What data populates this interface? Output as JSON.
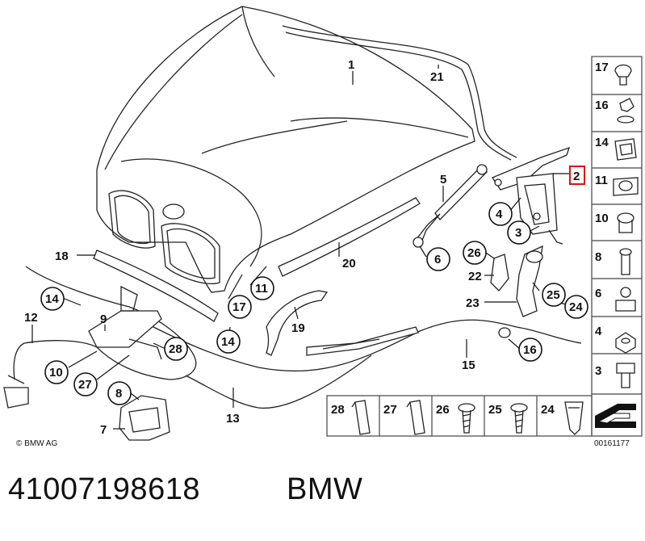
{
  "diagram": {
    "copyright": "© BMW AG",
    "drawing_id": "00161177",
    "highlighted_item": "2",
    "callouts": [
      "1",
      "21",
      "5",
      "4",
      "3",
      "2",
      "6",
      "26",
      "22",
      "23",
      "25",
      "24",
      "20",
      "11",
      "17",
      "18",
      "14",
      "12",
      "9",
      "10",
      "27",
      "28",
      "8",
      "7",
      "13",
      "19",
      "14",
      "15",
      "16"
    ],
    "side_panel_items": [
      "17",
      "16",
      "14",
      "11",
      "10",
      "8",
      "6",
      "4",
      "3"
    ],
    "bottom_panel_items": [
      "28",
      "27",
      "26",
      "25",
      "24"
    ]
  },
  "footer": {
    "part_number": "41007198618",
    "brand": "BMW"
  }
}
